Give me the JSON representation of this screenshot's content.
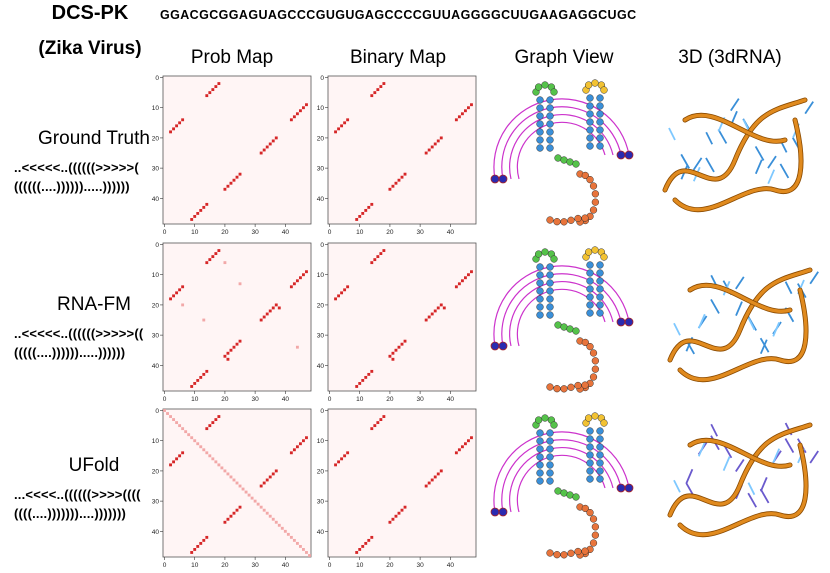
{
  "header": {
    "method": "DCS-PK",
    "virus": "(Zika Virus)",
    "sequence": "GGACGCGGAGUAGCCCGUGUGAGCCCCGUUAGGGGCUUGAAGAGGCUGC"
  },
  "columns": [
    "Prob Map",
    "Binary Map",
    "Graph View",
    "3D (3dRNA)"
  ],
  "axis": {
    "y_ticks": [
      "0",
      "10",
      "20",
      "30",
      "40"
    ],
    "x_ticks": [
      "0",
      "10",
      "20",
      "30",
      "40"
    ]
  },
  "rows": [
    {
      "label": "Ground Truth",
      "dotbracket_line1": "..<<<<<..((((((>>>>>(",
      "dotbracket_line2": "((((((....)))))).....))))))"
    },
    {
      "label": "RNA-FM",
      "dotbracket_line1": "..<<<<<..((((((>>>>>((",
      "dotbracket_line2": "(((((....)))))).....))))))"
    },
    {
      "label": "UFold",
      "dotbracket_line1": "...<<<<..((((((>>>>((((",
      "dotbracket_line2": "((((....)))))))....)))))))"
    }
  ],
  "colors": {
    "pair_dot": "#d62728",
    "faint_dot": "#f2a8a8",
    "map_bg": "#fff5f5",
    "arc": "#cc33cc",
    "helix_blue": "#3a8fd8",
    "helix_green": "#55c24a",
    "loop_orange": "#e8743b",
    "loop_yellow": "#f2c233",
    "endpoint": "#2a2ab0",
    "backbone_3d": "#e08a1e"
  }
}
